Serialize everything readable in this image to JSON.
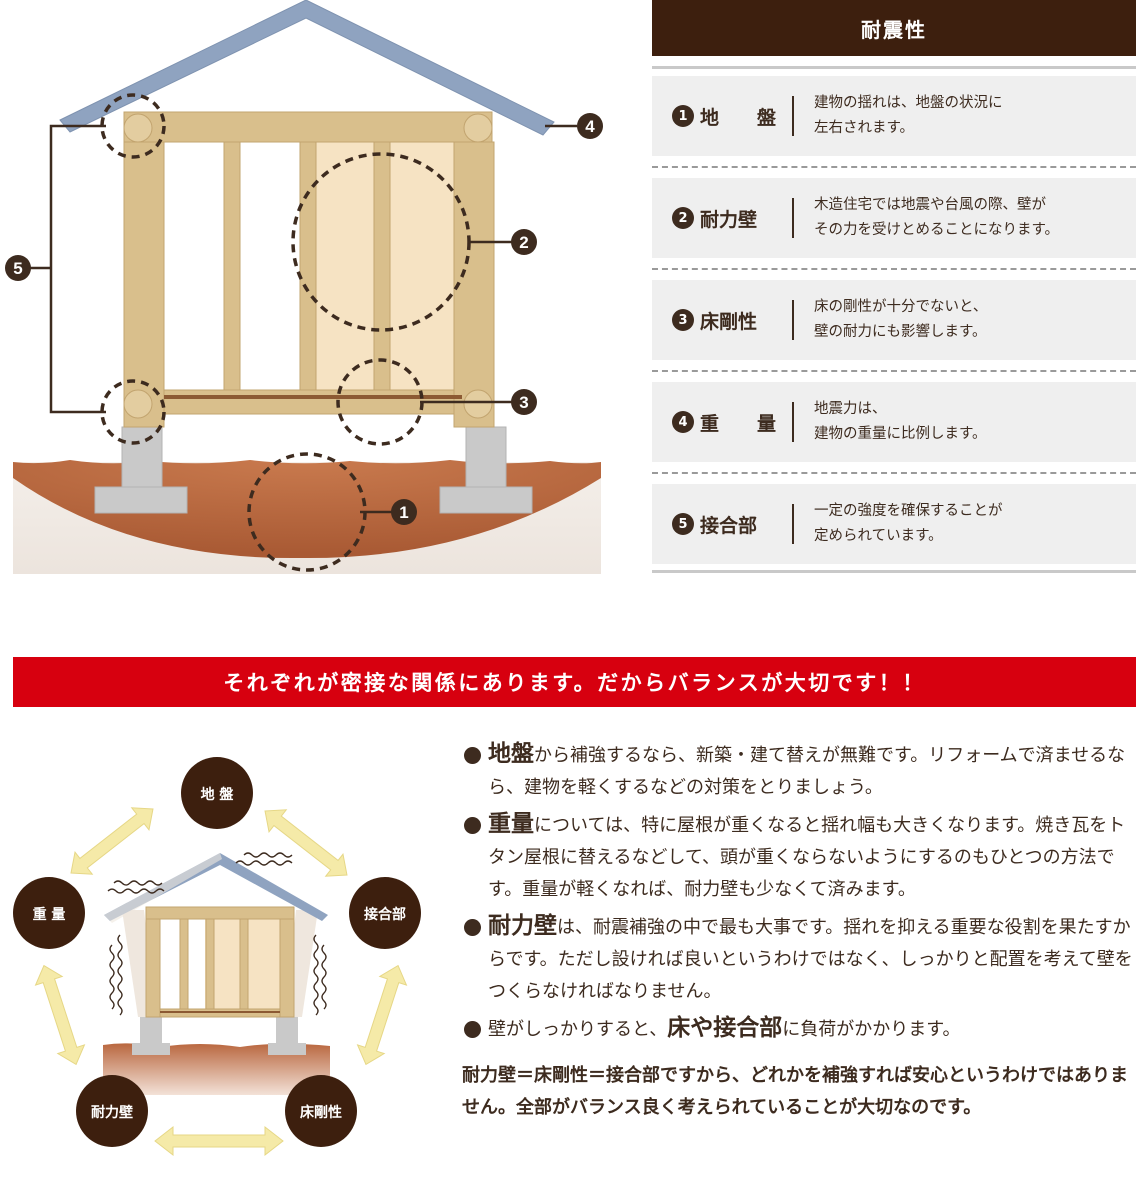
{
  "diagram": {
    "callouts": [
      "1",
      "2",
      "3",
      "4",
      "5"
    ]
  },
  "panel": {
    "title": "耐震性",
    "factors": [
      {
        "num": "1",
        "label": [
          "地",
          "盤"
        ],
        "desc": "建物の揺れは、地盤の状況に\n左右されます。"
      },
      {
        "num": "2",
        "label": [
          "耐力壁"
        ],
        "desc": "木造住宅では地震や台風の際、壁が\nその力を受けとめることになります。"
      },
      {
        "num": "3",
        "label": [
          "床剛性"
        ],
        "desc": "床の剛性が十分でないと、\n壁の耐力にも影響します。"
      },
      {
        "num": "4",
        "label": [
          "重",
          "量"
        ],
        "desc": "地震力は、\n建物の重量に比例します。"
      },
      {
        "num": "5",
        "label": [
          "接合部"
        ],
        "desc": "一定の強度を確保することが\n定められています。"
      }
    ]
  },
  "banner": {
    "text": "それぞれが密接な関係にあります。だからバランスが大切です！！"
  },
  "balance": {
    "nodes": {
      "top": "地 盤",
      "left": "重 量",
      "right": "接合部",
      "bottom_left": "耐力壁",
      "bottom_right": "床剛性"
    }
  },
  "points": [
    {
      "keyword": "地盤",
      "text": "から補強するなら、新築・建て替えが無難です。リフォームで済ませるなら、建物を軽くするなどの対策をとりましょう。"
    },
    {
      "keyword": "重量",
      "text": "については、特に屋根が重くなると揺れ幅も大きくなります。焼き瓦をトタン屋根に替えるなどして、頭が重くならないようにするのもひとつの方法です。重量が軽くなれば、耐力壁も少なくて済みます。"
    },
    {
      "keyword": "耐力壁",
      "text": "は、耐震補強の中で最も大事です。揺れを抑える重要な役割を果たすからです。ただし設ければ良いというわけではなく、しっかりと配置を考えて壁をつくらなければなりません。"
    },
    {
      "prefix": "壁がしっかりすると、",
      "keyword": "床や接合部",
      "text": "に負荷がかかります。"
    }
  ],
  "summary": "耐力壁＝床剛性＝接合部ですから、どれかを補強すれば安心というわけではありません。全部がバランス良く考えられていることが大切なのです。",
  "colors": {
    "dark_brown": "#3d1f0e",
    "text_brown": "#3d2b1f",
    "banner_red": "#d7000f",
    "roof_blue": "#8fa3c0",
    "timber": "#d9bf8c",
    "panel_cream": "#f6e3c3",
    "soil": "#b9673f",
    "concrete": "#c9c9c9",
    "arrow_cream": "#f5eaa8"
  }
}
